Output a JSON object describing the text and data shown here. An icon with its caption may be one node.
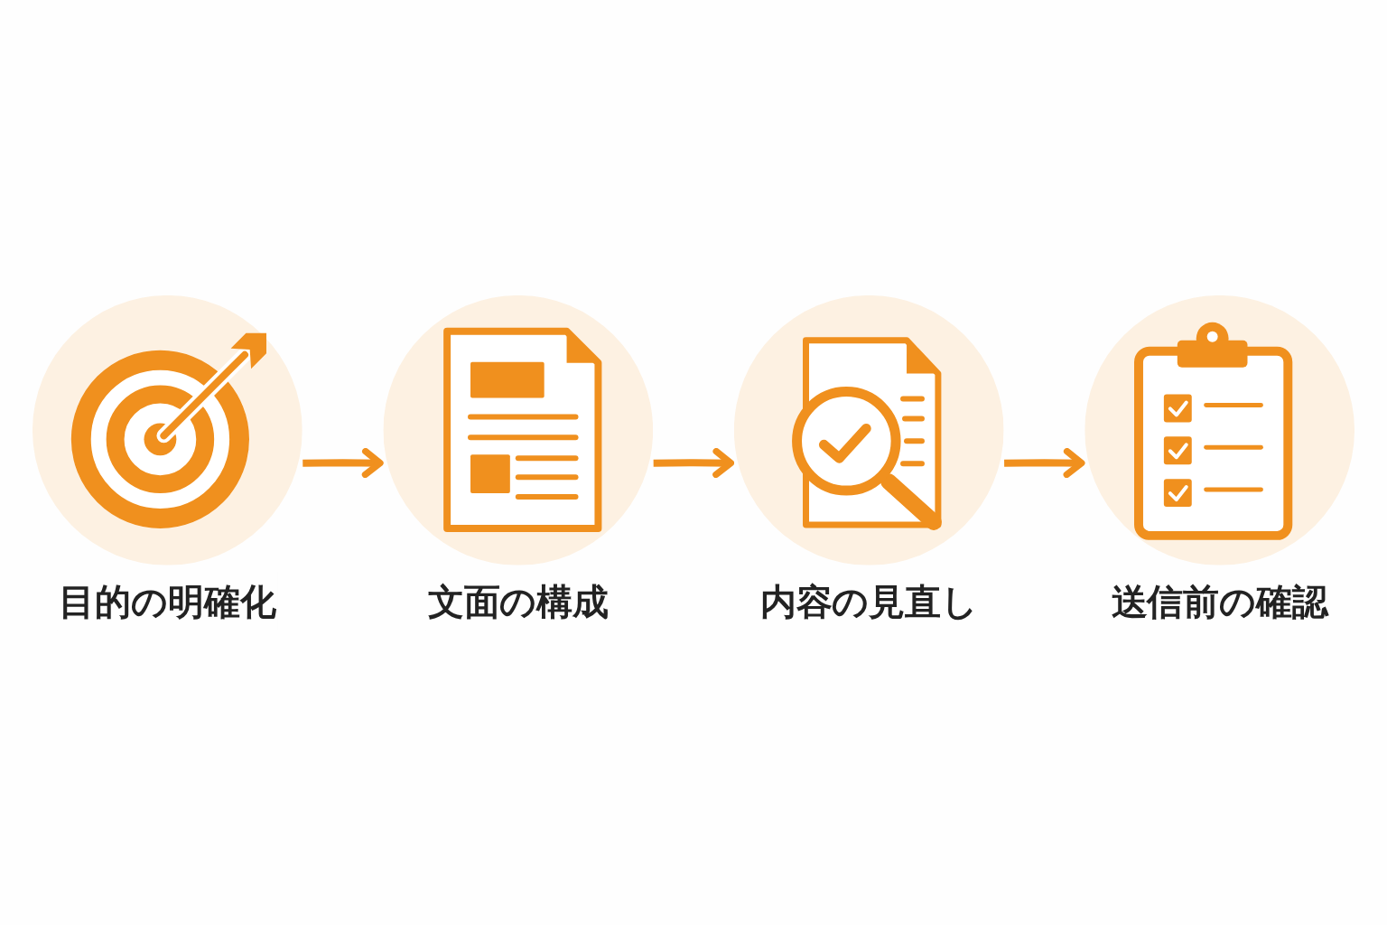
{
  "diagram": {
    "nodes": [
      {
        "text": [
          "目的の明確化"
        ]
      },
      {
        "text": [
          "文面の構成"
        ]
      },
      {
        "text": [
          "内容の見直し"
        ]
      },
      {
        "text": [
          "送信前の確認"
        ]
      }
    ],
    "edges": [
      {
        "from": 0,
        "to": 1,
        "arrow": "to"
      },
      {
        "from": 1,
        "to": 2,
        "arrow": "to"
      },
      {
        "from": 2,
        "to": 3,
        "arrow": "to"
      }
    ]
  }
}
